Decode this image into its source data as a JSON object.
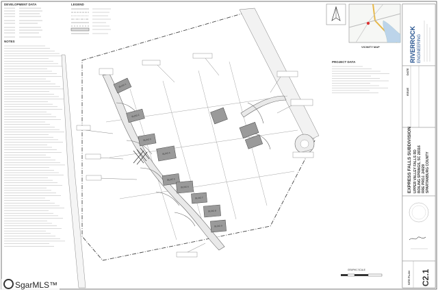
{
  "sheet": {
    "dev_data_title": "DEVELOPMENT DATA",
    "legend_title": "LEGEND",
    "notes_title": "NOTES",
    "vicinity_map_label": "VICINITY MAP",
    "project_data_title": "PROJECT DATA",
    "firm_name_1": "RIVERROCK",
    "firm_name_2": "ENGINEERING",
    "issue_label": "ISSUE",
    "date_label": "DATE",
    "project_name": "EXPRESS FALLS SUBDIVISION",
    "address_1": "UPPER VALLEY FALLS RD",
    "address_2": "BOILING SPRINGS, SC 29316",
    "address_3": "RRE PROJ. 24029",
    "address_4": "SPARTANBURG COUNTY",
    "sheet_title": "SITE PLAN",
    "sheet_number": "C2.1",
    "graphic_scale": "GRAPHIC SCALE"
  },
  "buildings": [
    {
      "label": "BLDG 1"
    },
    {
      "label": "BLDG 2"
    },
    {
      "label": "BLDG 3"
    },
    {
      "label": "BLDG 4"
    },
    {
      "label": "BLDG 5"
    },
    {
      "label": "BLDG 6"
    },
    {
      "label": "BLDG 7"
    },
    {
      "label": "BLDG 8"
    },
    {
      "label": "BLDG 9"
    }
  ],
  "watermark": {
    "text": "SgarMLS™"
  }
}
